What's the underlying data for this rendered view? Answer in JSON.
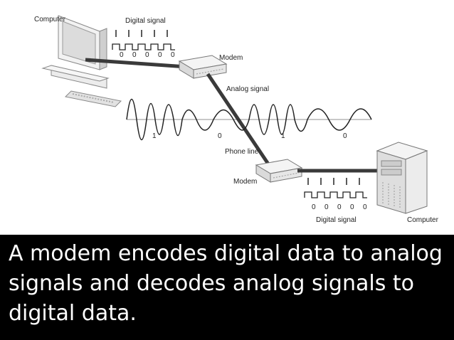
{
  "diagram": {
    "labels": {
      "computer_left": "Computer",
      "digital_signal_top": "Digital signal",
      "modem_top": "Modem",
      "analog_signal": "Analog signal",
      "phone_line": "Phone line",
      "modem_bottom": "Modem",
      "digital_signal_bottom": "Digital signal",
      "computer_right": "Computer"
    },
    "top_bits": [
      "0",
      "0",
      "0",
      "0",
      "0"
    ],
    "analog_bits": [
      "1",
      "0",
      "1",
      "0"
    ],
    "bottom_bits": [
      "0",
      "0",
      "0",
      "0",
      "0"
    ]
  },
  "caption": "A modem encodes digital data to analog signals and decodes analog signals to digital data.",
  "colors": {
    "caption_background": "#000000",
    "caption_text": "#ffffff",
    "line": "#222222",
    "cable": "#3a3a3a"
  }
}
